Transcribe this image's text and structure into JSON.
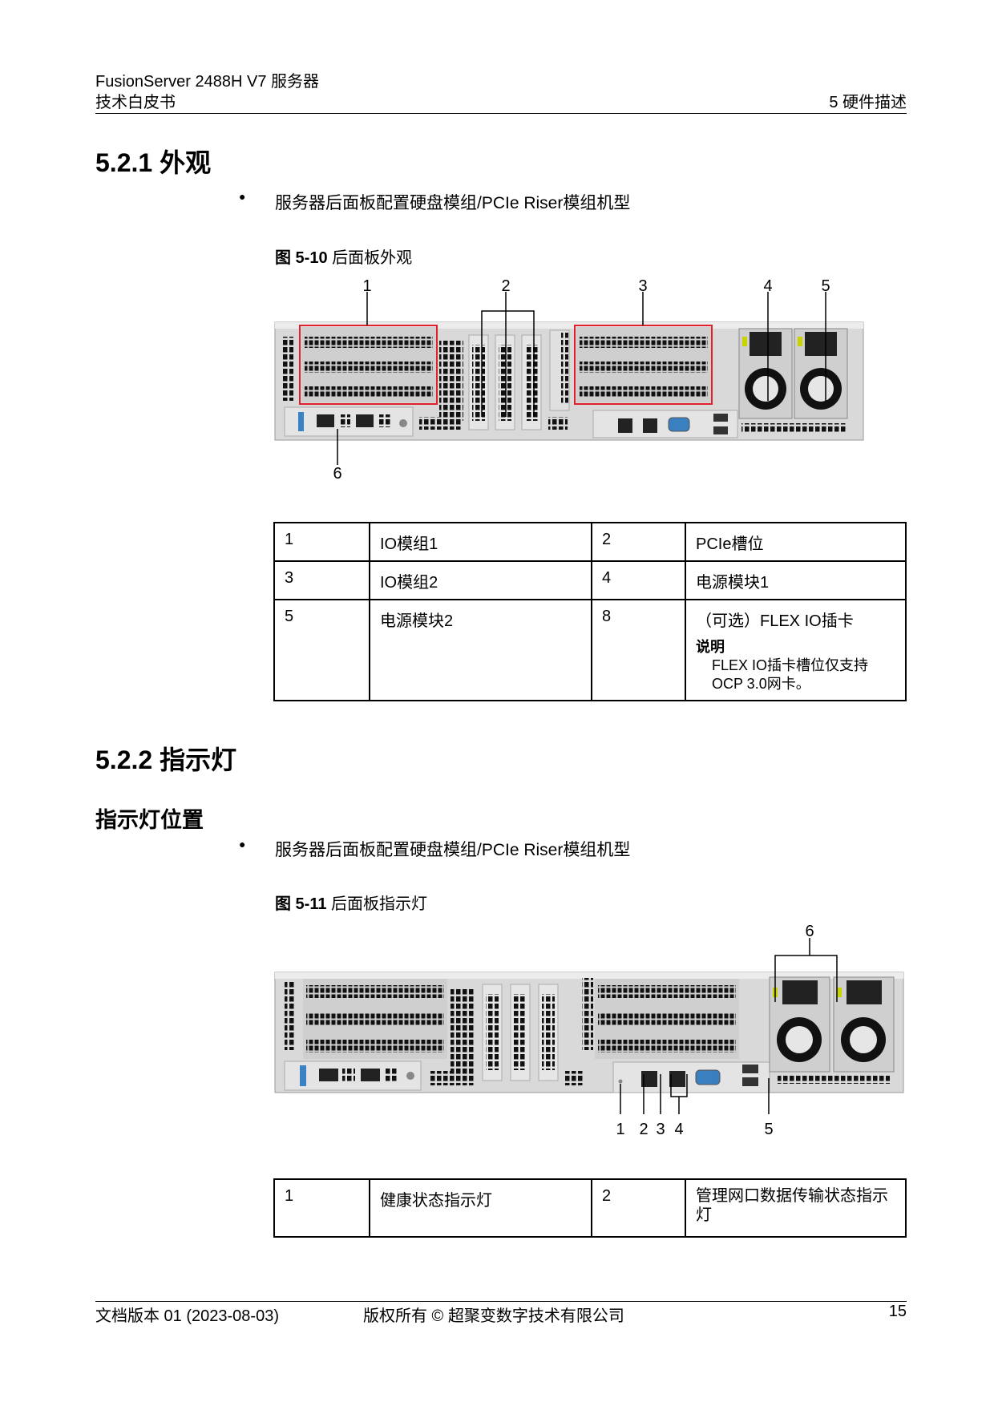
{
  "header": {
    "product": "FusionServer 2488H V7 服务器",
    "doc_type": "技术白皮书",
    "chapter": "5 硬件描述"
  },
  "section_521": {
    "title": "5.2.1 外观",
    "bullet": "服务器后面板配置硬盘模组/PCIe Riser模组机型",
    "figure": {
      "label": "图 5-10",
      "caption": "后面板外观",
      "callouts": [
        "1",
        "2",
        "3",
        "4",
        "5",
        "6"
      ]
    },
    "table": [
      [
        {
          "n": "1",
          "t": "IO模组1"
        },
        {
          "n": "2",
          "t": "PCIe槽位"
        }
      ],
      [
        {
          "n": "3",
          "t": "IO模组2"
        },
        {
          "n": "4",
          "t": "电源模块1"
        }
      ],
      [
        {
          "n": "5",
          "t": "电源模块2"
        },
        {
          "n": "8",
          "t": "（可选）FLEX IO插卡"
        }
      ]
    ],
    "note": {
      "title": "说明",
      "text_line1": "FLEX IO插卡槽位仅支持",
      "text_line2": "OCP 3.0网卡。"
    }
  },
  "section_522": {
    "title": "5.2.2 指示灯",
    "subtitle": "指示灯位置",
    "bullet": "服务器后面板配置硬盘模组/PCIe Riser模组机型",
    "figure": {
      "label": "图 5-11",
      "caption": "后面板指示灯",
      "callouts": [
        "1",
        "2",
        "3",
        "4",
        "5",
        "6"
      ]
    },
    "table": [
      [
        {
          "n": "1",
          "t": "健康状态指示灯"
        },
        {
          "n": "2",
          "t": "管理网口数据传输状态指示灯"
        }
      ]
    ]
  },
  "footer": {
    "version": "文档版本 01 (2023-08-03)",
    "copyright": "版权所有 © 超聚变数字技术有限公司",
    "page": "15"
  },
  "colors": {
    "highlight_box": "#e0202a",
    "chassis": "#d9d9d9",
    "psu_led": "#c8d400",
    "vga": "#3a7fc0",
    "uid": "#3b82c4"
  }
}
